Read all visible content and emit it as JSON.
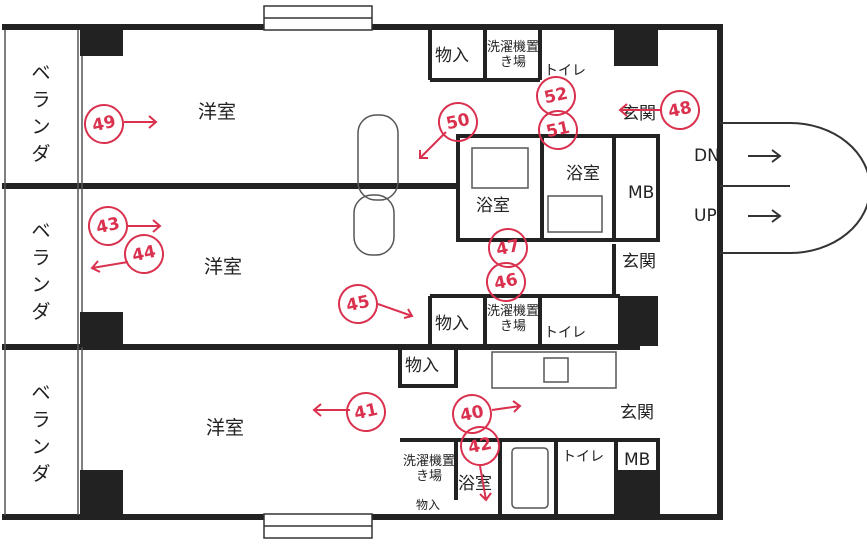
{
  "rooms": {
    "veranda": "ベランダ",
    "western_room": "洋室",
    "storage": "物入",
    "laundry": "洗濯機置き場",
    "toilet": "トイレ",
    "bath": "浴室",
    "entrance": "玄関",
    "mb": "MB",
    "small_storage": "物入"
  },
  "stairs": {
    "down": "DN",
    "up": "UP"
  },
  "markers": [
    "49",
    "50",
    "52",
    "51",
    "48",
    "43",
    "44",
    "47",
    "46",
    "45",
    "41",
    "40",
    "42"
  ],
  "colors": {
    "marker": "#d9314e",
    "wall": "#222222",
    "line": "#555555"
  }
}
